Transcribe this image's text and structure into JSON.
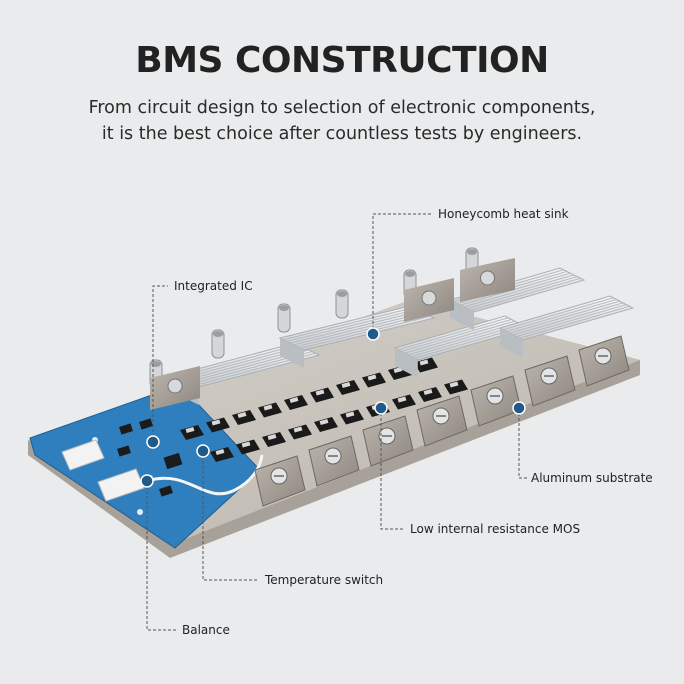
{
  "header": {
    "title": "BMS CONSTRUCTION",
    "subtitle_line1": "From circuit design to selection of electronic components,",
    "subtitle_line2": "it is the best choice after countless tests by engineers."
  },
  "callouts": {
    "honeycomb": "Honeycomb heat sink",
    "integrated_ic": "Integrated IC",
    "aluminum": "Aluminum substrate",
    "mos": "Low internal resistance MOS",
    "temperature": "Temperature switch",
    "balance": "Balance"
  },
  "colors": {
    "background": "#e9ebec",
    "marker": "#1f5a8a",
    "pcb": "#2f7fbf",
    "substrate": "#c9c4bd",
    "heatsink": "#e6e8ea"
  }
}
